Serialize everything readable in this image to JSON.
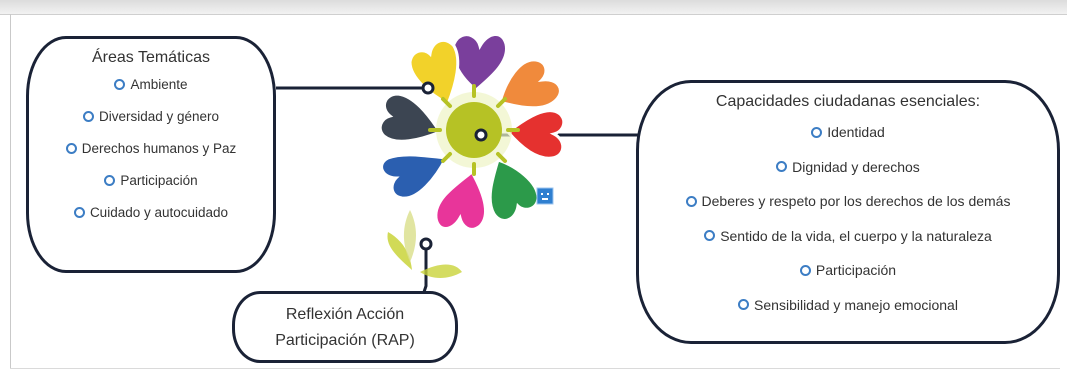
{
  "areas": {
    "title": "Áreas Temáticas",
    "items": [
      "Ambiente",
      "Diversidad y género",
      "Derechos humanos y Paz",
      "Participación",
      "Cuidado y autocuidado"
    ]
  },
  "capacidades": {
    "title": "Capacidades ciudadanas esenciales:",
    "items": [
      "Identidad",
      "Dignidad y derechos",
      "Deberes y respeto por los derechos de los demás",
      "Sentido de la vida, el cuerpo y la naturaleza",
      "Participación",
      "Sensibilidad y manejo emocional"
    ]
  },
  "rap": {
    "line1": "Reflexión Acción",
    "line2": "Participación (RAP)"
  },
  "colors": {
    "border": "#1a2236",
    "bullet": "#3c7dc4",
    "center": "#b6c225",
    "hearts": [
      "#7a3f9c",
      "#f08a3c",
      "#e5312f",
      "#2c9a4a",
      "#e8359a",
      "#2b5fb0",
      "#3c4552",
      "#f2d22a"
    ]
  },
  "icons": {
    "flower": "heart-flower-icon",
    "leaves": "leaves-icon",
    "badge": "blue-square-icon"
  }
}
